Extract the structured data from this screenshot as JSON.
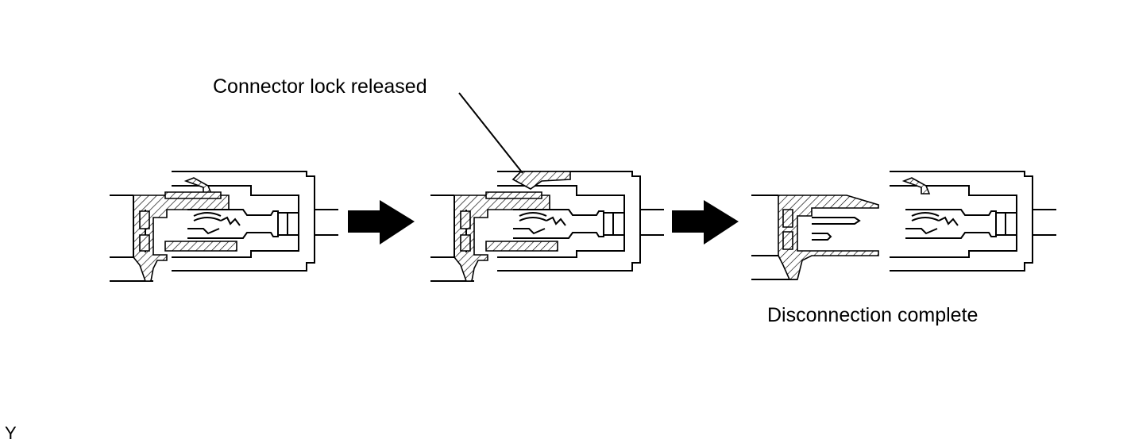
{
  "labels": {
    "lock_released": "Connector lock released",
    "disconnection_complete": "Disconnection complete",
    "corner_mark": "Y"
  },
  "icons": {
    "step_arrow": "arrow-right-icon"
  },
  "colors": {
    "ink": "#000000",
    "background": "#ffffff"
  }
}
